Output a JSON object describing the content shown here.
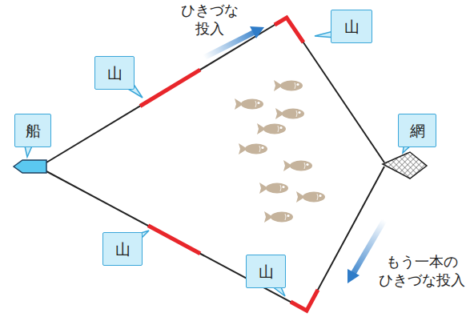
{
  "diagram": {
    "nodes": [
      {
        "text": [
          "山"
        ]
      },
      {
        "text": [
          "山"
        ]
      },
      {
        "text": [
          "船"
        ]
      },
      {
        "text": [
          "網"
        ]
      },
      {
        "text": [
          "山"
        ]
      },
      {
        "text": [
          "山"
        ]
      }
    ],
    "labels": [
      "ひきづな 投入",
      "もう一本の ひきづな投入"
    ]
  }
}
